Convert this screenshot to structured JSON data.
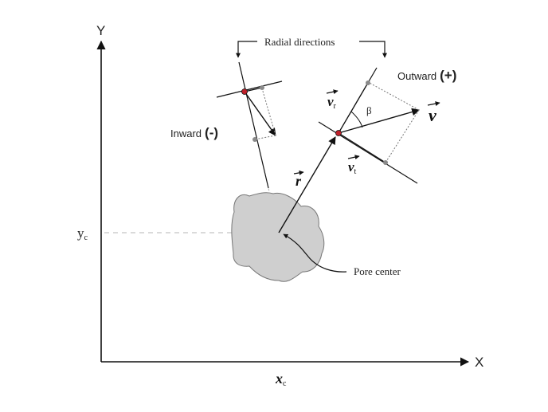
{
  "axes": {
    "x_label": "X",
    "y_label": "Y",
    "x_origin_label": "x",
    "x_origin_sub": "c",
    "y_origin_label": "y",
    "y_origin_sub": "c"
  },
  "annotations": {
    "radial_directions": "Radial directions",
    "outward": "Outward",
    "outward_sign": "(+)",
    "inward": "Inward",
    "inward_sign": "(-)",
    "pore_center": "Pore center",
    "angle": "β"
  },
  "vectors": {
    "r": "r",
    "v": "v",
    "v_r": "v",
    "v_r_sub": "r",
    "v_t": "v",
    "v_t_sub": "t"
  },
  "colors": {
    "line": "#111111",
    "pore_fill": "#cfcfcf",
    "marker_red": "#c0202a",
    "marker_gray": "#8a8a8a"
  }
}
